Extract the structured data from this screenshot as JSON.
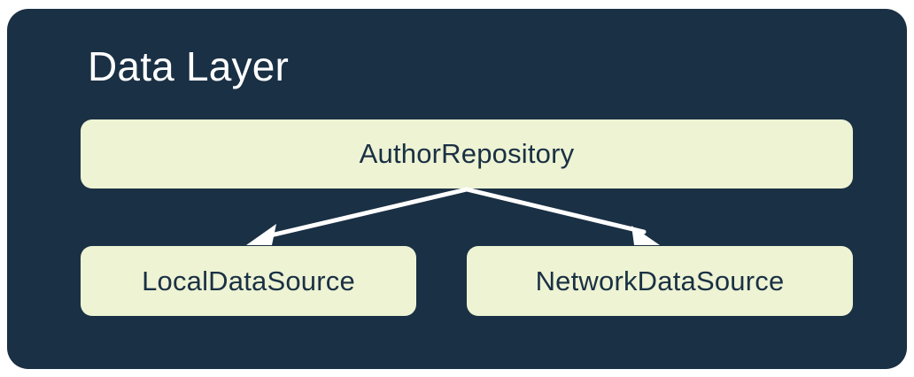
{
  "diagram": {
    "type": "architecture-layer-diagram",
    "title": "Data Layer",
    "background_color": "#ffffff",
    "card_color": "#1a3044",
    "node_fill_color": "#edf3d3",
    "node_text_color": "#1a3044",
    "title_text_color": "#ffffff",
    "connector_color": "#ffffff",
    "nodes": [
      {
        "id": "author-repository",
        "label": "AuthorRepository",
        "role": "repository",
        "row": 1
      },
      {
        "id": "local-data-source",
        "label": "LocalDataSource",
        "role": "data-source",
        "row": 2
      },
      {
        "id": "network-data-source",
        "label": "NetworkDataSource",
        "role": "data-source",
        "row": 2
      }
    ],
    "connectors": [
      {
        "id": "repository-to-local",
        "from": "author-repository",
        "to": "local-data-source",
        "style": "arrow"
      },
      {
        "id": "repository-to-network",
        "from": "author-repository",
        "to": "network-data-source",
        "style": "arrow"
      }
    ]
  }
}
